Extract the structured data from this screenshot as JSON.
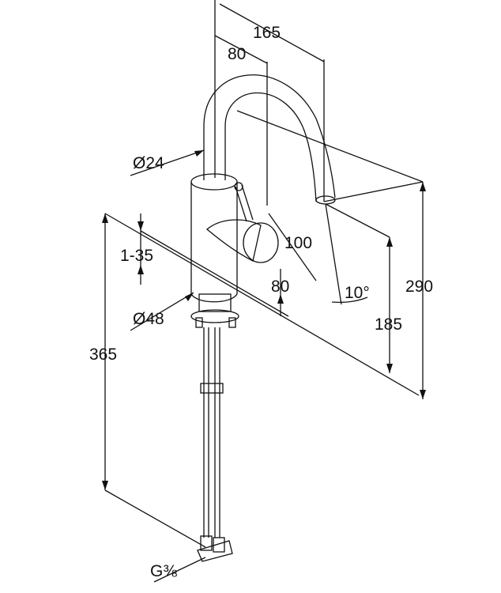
{
  "dimensions": {
    "spout_reach": "165",
    "lever_offset_top": "80",
    "spout_diameter": "Ø24",
    "lever_clearance": "100",
    "counter_thickness": "1-35",
    "lever_offset_bottom": "80",
    "spout_angle": "10°",
    "total_height": "290",
    "base_diameter": "Ø48",
    "outlet_height": "185",
    "hose_length": "365",
    "connection_thread": "G⅜"
  },
  "colors": {
    "line": "#111111",
    "background": "#ffffff"
  }
}
